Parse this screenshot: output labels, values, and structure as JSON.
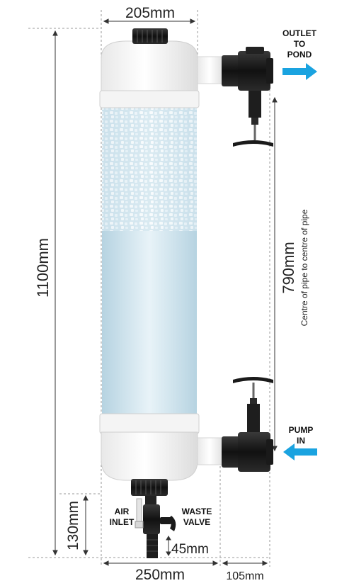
{
  "dimensions": {
    "top_width": "205mm",
    "height": "1100mm",
    "pipe_centres": "790mm",
    "pipe_centres_note": "Centre of pipe to centre of pipe",
    "bottom_height": "130mm",
    "outlet_stub": "45mm",
    "base_width": "250mm",
    "side_offset": "105mm"
  },
  "labels": {
    "outlet_line1": "OUTLET",
    "outlet_line2": "TO",
    "outlet_line3": "POND",
    "pump_line1": "PUMP",
    "pump_line2": "IN",
    "air_line1": "AIR",
    "air_line2": "INLET",
    "waste_line1": "WASTE",
    "waste_line2": "VALVE"
  },
  "colors": {
    "arrow": "#1aa3e0",
    "water": "#cfe4ee",
    "dim_line": "#999999",
    "valve": "#1c1c1c"
  },
  "icons": {
    "flow_arrow": "arrow-right-icon"
  }
}
